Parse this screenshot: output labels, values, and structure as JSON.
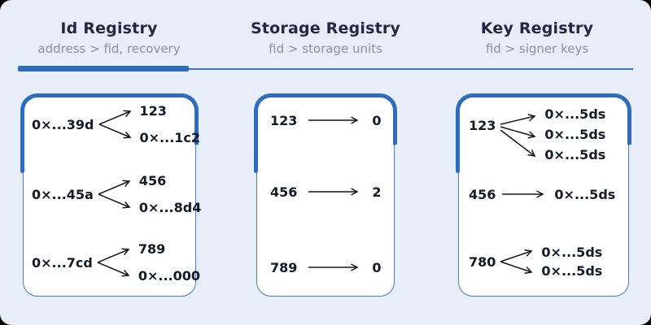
{
  "header": {
    "columns": [
      {
        "title": "Id Registry",
        "subtitle": "address > fid, recovery"
      },
      {
        "title": "Storage Registry",
        "subtitle": "fid > storage units"
      },
      {
        "title": "Key Registry",
        "subtitle": "fid > signer keys"
      }
    ]
  },
  "colors": {
    "outer_background": "#000000",
    "page_background": "#e8edfa",
    "card_background": "#ffffff",
    "accent_blue": "#2e6cc2",
    "card_border_blue": "#4d7cc3",
    "title_text": "#222842",
    "subtitle_text": "#8a90a2",
    "label_text": "#131a2a",
    "arrow_color": "#16181d"
  },
  "cards": [
    {
      "id": "id-registry",
      "rows": [
        {
          "source": "0×...39d",
          "targets": [
            "123",
            "0×...1c2"
          ]
        },
        {
          "source": "0×...45a",
          "targets": [
            "456",
            "0×...8d4"
          ]
        },
        {
          "source": "0×...7cd",
          "targets": [
            "789",
            "0×...000"
          ]
        }
      ]
    },
    {
      "id": "storage-registry",
      "rows": [
        {
          "source": "123",
          "targets": [
            "0"
          ]
        },
        {
          "source": "456",
          "targets": [
            "2"
          ]
        },
        {
          "source": "789",
          "targets": [
            "0"
          ]
        }
      ]
    },
    {
      "id": "key-registry",
      "rows": [
        {
          "source": "123",
          "targets": [
            "0×...5ds",
            "0×...5ds",
            "0×...5ds"
          ]
        },
        {
          "source": "456",
          "targets": [
            "0×...5ds"
          ]
        },
        {
          "source": "780",
          "targets": [
            "0×...5ds",
            "0×...5ds"
          ]
        }
      ]
    }
  ]
}
